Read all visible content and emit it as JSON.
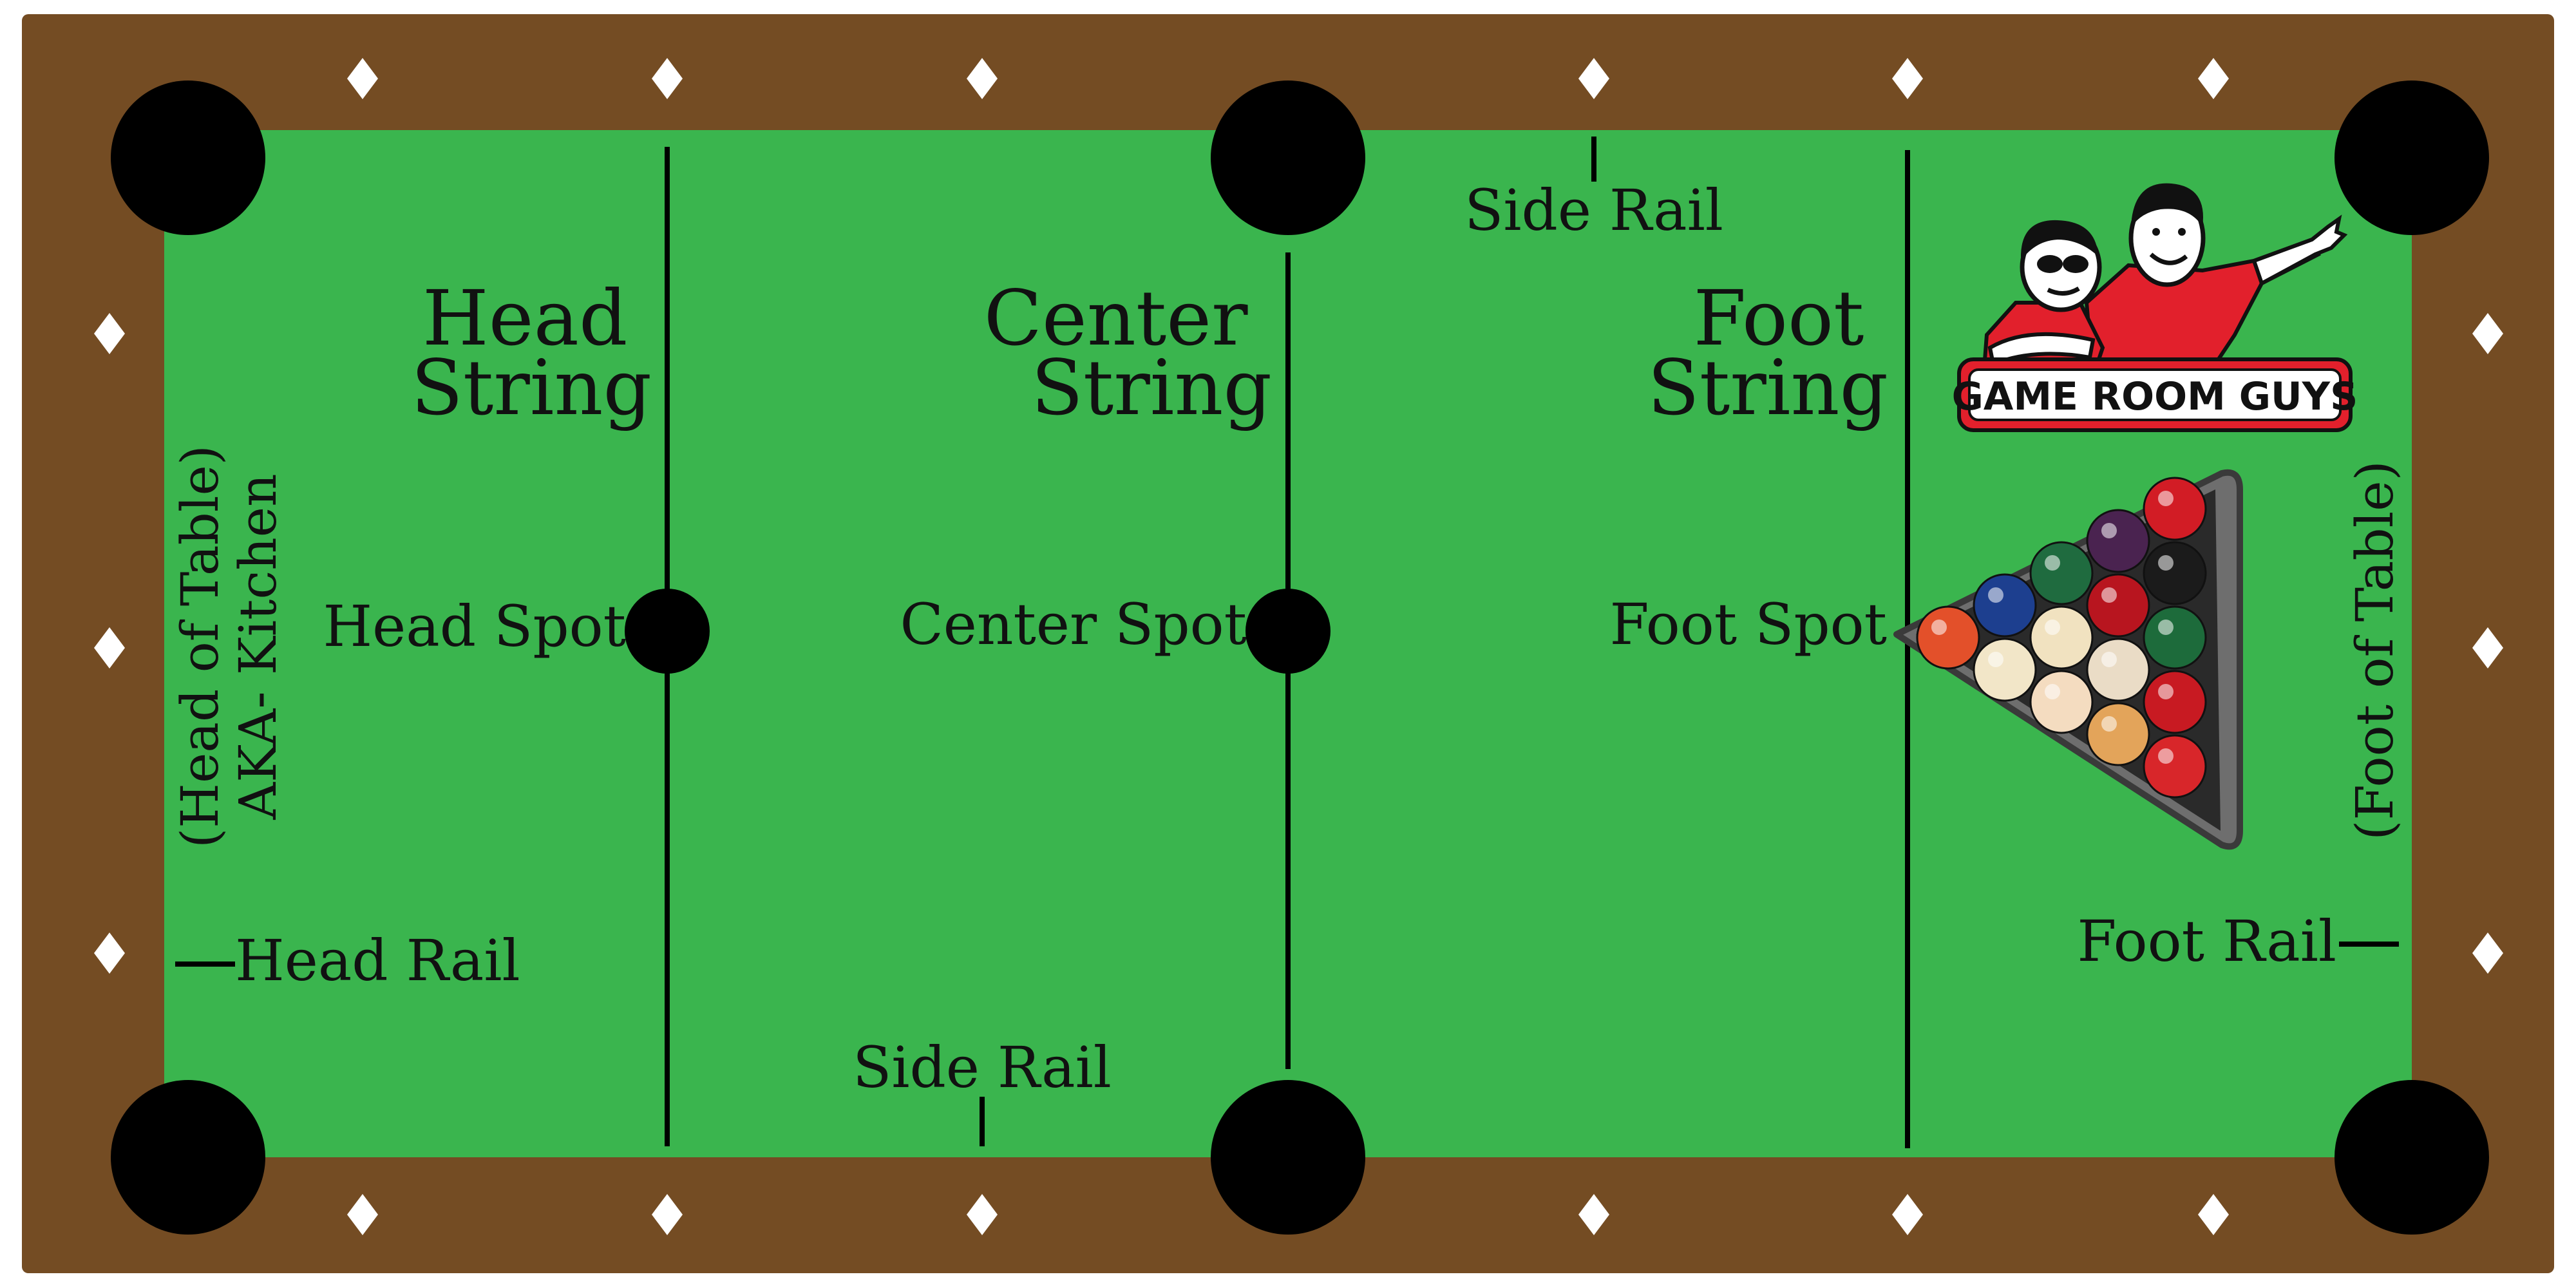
{
  "colors": {
    "rail": "#744C23",
    "felt": "#3AB54E",
    "pocket": "#000000",
    "diamond": "#FFFFFF",
    "line": "#000000",
    "text": "#111111",
    "logo_red": "#E2202C"
  },
  "labels": {
    "head_string": [
      "Head",
      "String"
    ],
    "center_string": [
      "Center",
      "String"
    ],
    "foot_string": [
      "Foot",
      "String"
    ],
    "head_spot": "Head Spot",
    "center_spot": "Center Spot",
    "foot_spot": "Foot Spot",
    "side_rail_top": "Side Rail",
    "side_rail_bottom": "Side Rail",
    "head_rail": "Head Rail",
    "foot_rail": "Foot Rail",
    "head_of_table": "(Head of Table)",
    "kitchen": "AKA- Kitchen",
    "foot_of_table": "(Foot of Table)"
  },
  "logo": {
    "name": "GAME ROOM GUYS",
    "icon": "game-room-guys-mascots-icon"
  },
  "rack": {
    "icon": "racked-billiard-balls-icon",
    "ball_colors": [
      "#E3502A",
      "#1D3F8F",
      "#F2E6C8",
      "#1F6B3F",
      "#F1E2C0",
      "#F4DCC0",
      "#4A2350",
      "#B8151F",
      "#EADCC6",
      "#E3A45A",
      "#D21C25",
      "#1B1B1B",
      "#1D6B3B",
      "#C81A22",
      "#D8262A"
    ]
  }
}
